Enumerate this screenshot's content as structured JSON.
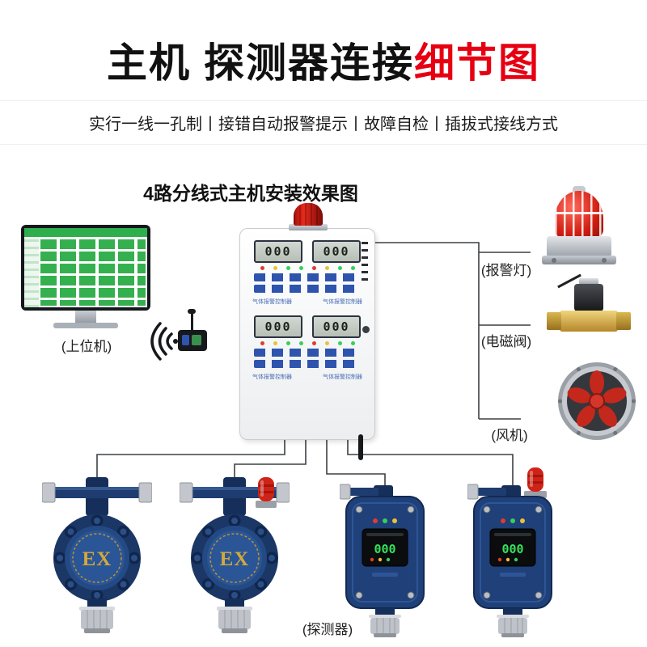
{
  "header": {
    "title_main": "主机 探测器连接",
    "title_accent": "细节图",
    "subtitle": "实行一线一孔制丨接错自动报警提示丨故障自检丨插拔式接线方式"
  },
  "diagram": {
    "section_title": "4路分线式主机安装效果图",
    "labels": {
      "host": "(上位机)",
      "alarm_light": "(报警灯)",
      "valve": "(电磁阀)",
      "fan": "(风机)",
      "detector": "(探测器)"
    }
  },
  "panel": {
    "display_value": "000",
    "unit_label": "气体报警控制器"
  },
  "detectors": {
    "ex_marking": "EX",
    "screen_value": "000"
  },
  "colors": {
    "accent_red": "#e60012",
    "device_navy": "#1f4078",
    "alarm_red": "#cf2318",
    "brass_gold": "#cfa43a",
    "fan_red": "#c4281c",
    "button_blue": "#2e54ae",
    "screen_green": "#35e05a"
  }
}
